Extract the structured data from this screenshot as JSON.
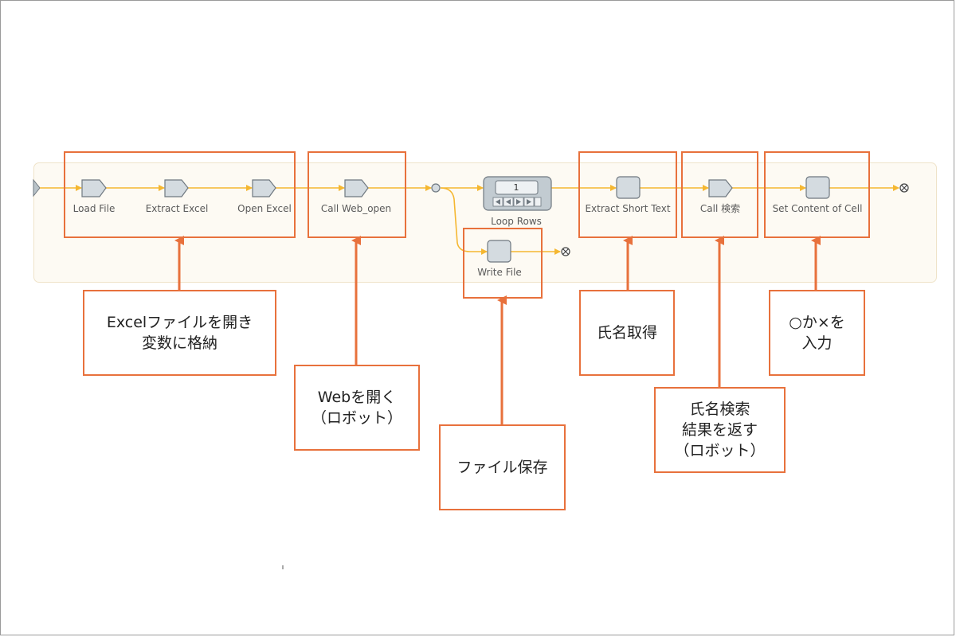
{
  "diagram": {
    "steps": [
      {
        "id": "load-file",
        "label": "Load File",
        "shape": "step"
      },
      {
        "id": "extract-excel",
        "label": "Extract Excel",
        "shape": "step"
      },
      {
        "id": "open-excel",
        "label": "Open Excel",
        "shape": "step"
      },
      {
        "id": "call-web-open",
        "label": "Call Web_open",
        "shape": "step"
      },
      {
        "id": "loop-rows",
        "label": "Loop Rows",
        "shape": "loop",
        "counter": "1"
      },
      {
        "id": "write-file",
        "label": "Write File",
        "shape": "action"
      },
      {
        "id": "extract-short-text",
        "label": "Extract Short Text",
        "shape": "action"
      },
      {
        "id": "call-search",
        "label": "Call 検索",
        "shape": "step"
      },
      {
        "id": "set-content-of-cell",
        "label": "Set Content of Cell",
        "shape": "action"
      }
    ],
    "callouts": [
      {
        "id": "excel-open",
        "text": "Excelファイルを開き\n変数に格納"
      },
      {
        "id": "web-open",
        "text": "Webを開く\n（ロボット）"
      },
      {
        "id": "file-save",
        "text": "ファイル保存"
      },
      {
        "id": "name-get",
        "text": "氏名取得"
      },
      {
        "id": "name-search",
        "text": "氏名検索\n結果を返す\n（ロボット）"
      },
      {
        "id": "input-mark",
        "text": "○か×を\n入力"
      }
    ],
    "colors": {
      "annotation": "#e8713c",
      "connector": "#f5b731",
      "node_fill": "#d4dbe0",
      "node_stroke": "#6f7880",
      "lane_fill": "#fdfaf3"
    }
  }
}
